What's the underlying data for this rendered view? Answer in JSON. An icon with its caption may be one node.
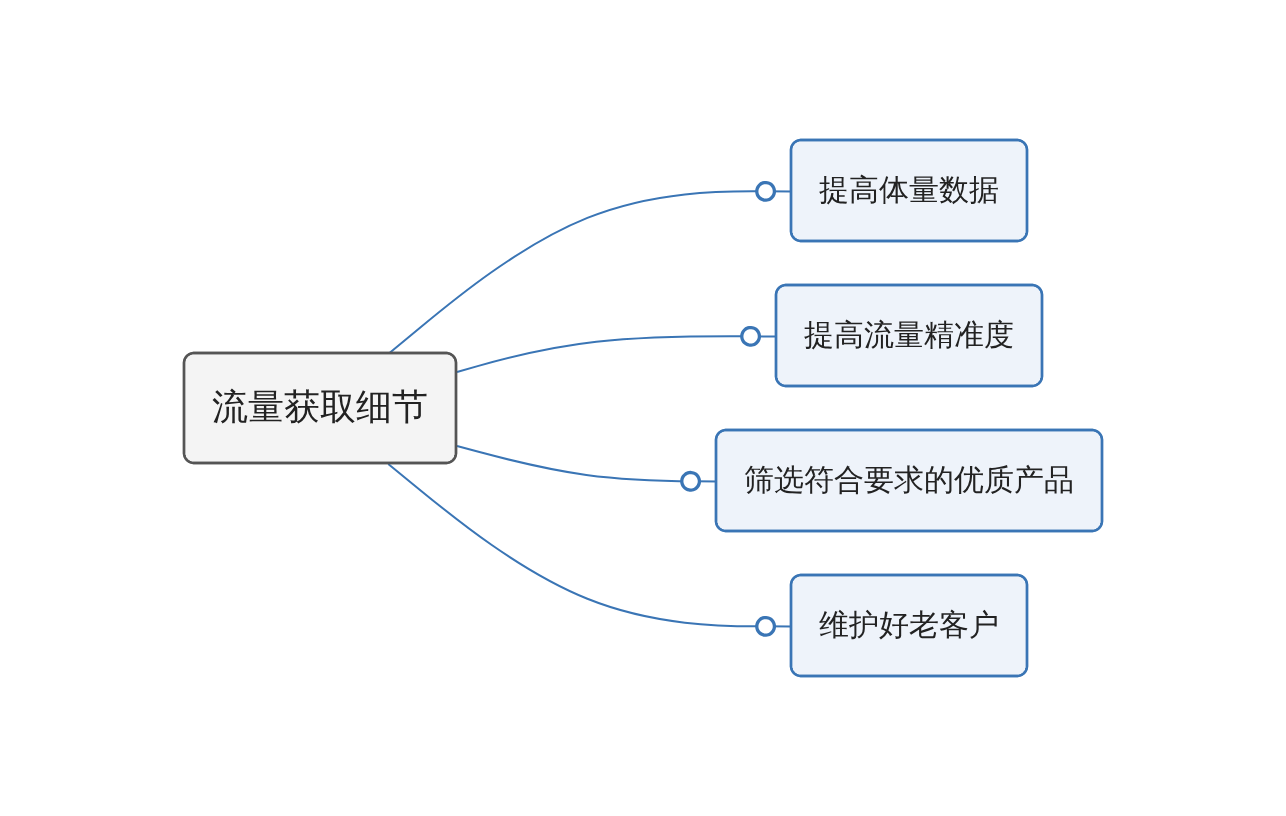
{
  "diagram": {
    "nodes": [
      {
        "text": [
          "流量获取细节"
        ]
      },
      {
        "text": [
          "提高体量数据"
        ]
      },
      {
        "text": [
          "提高流量精准度"
        ]
      },
      {
        "text": [
          "筛选符合要求的优质产品"
        ]
      },
      {
        "text": [
          "维护好老客户"
        ]
      }
    ],
    "edges": [
      {
        "from": 0,
        "to": 1,
        "arrow": "other"
      },
      {
        "from": 0,
        "to": 2,
        "arrow": "other"
      },
      {
        "from": 0,
        "to": 3,
        "arrow": "other"
      },
      {
        "from": 0,
        "to": 4,
        "arrow": "other"
      }
    ]
  }
}
